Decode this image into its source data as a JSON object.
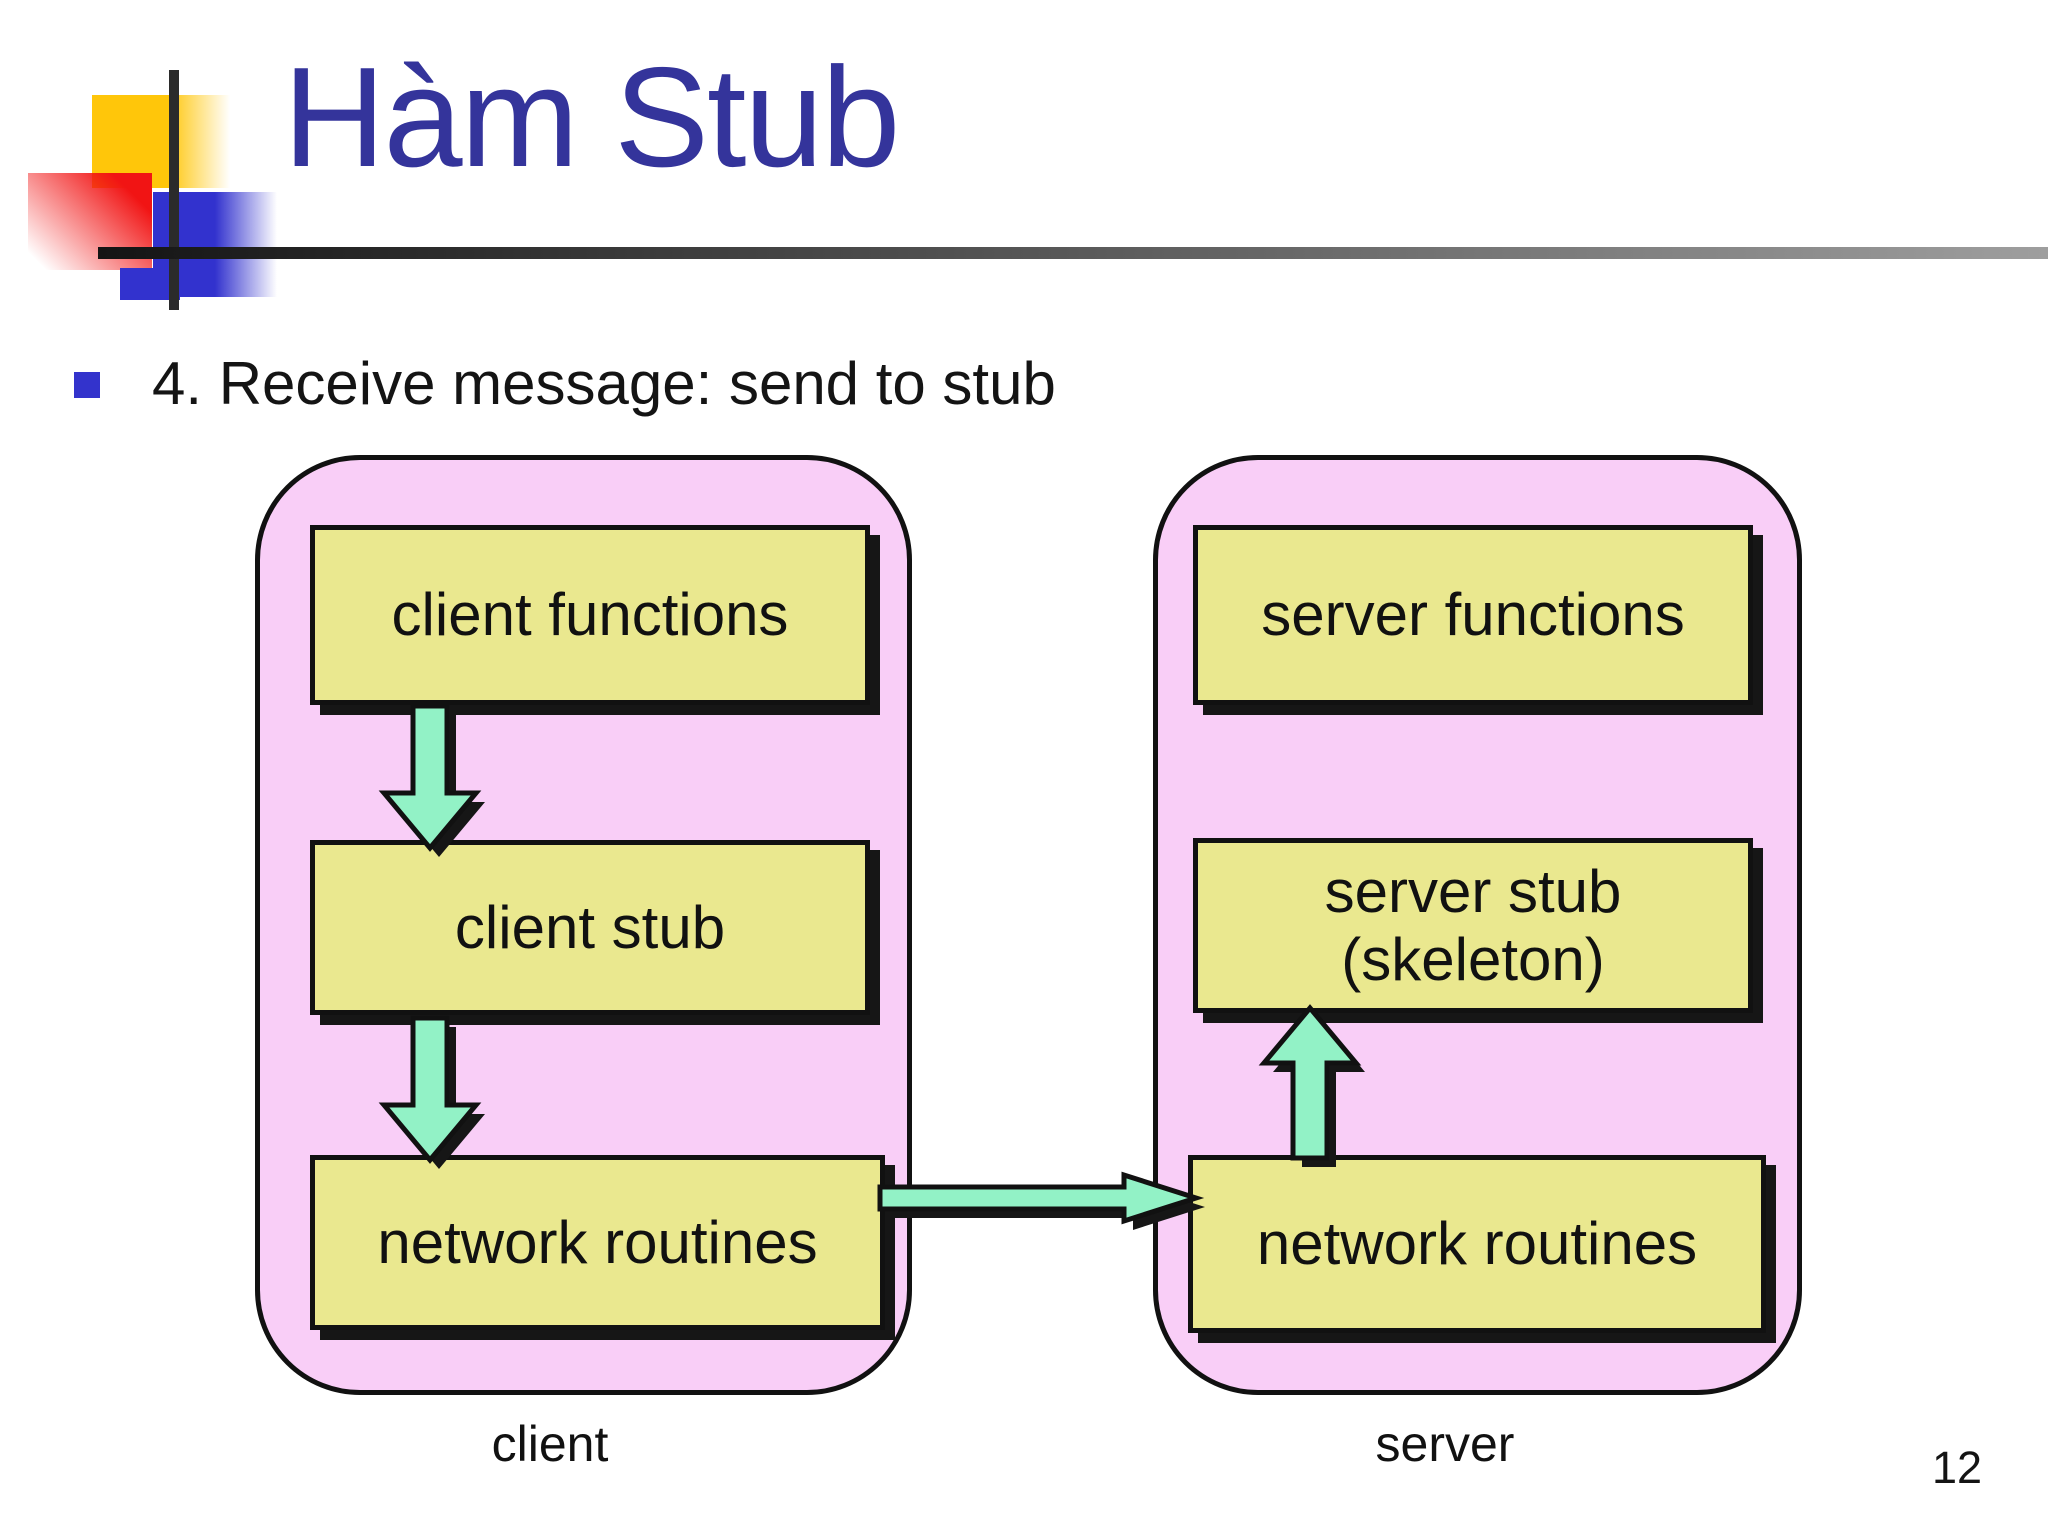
{
  "slide": {
    "title": "Hàm Stub",
    "bullet_text": "4. Receive message: send to stub",
    "page_number": "12"
  },
  "diagram": {
    "client": {
      "label": "client",
      "boxes": {
        "functions": "client functions",
        "stub": "client stub",
        "network": "network routines"
      }
    },
    "server": {
      "label": "server",
      "boxes": {
        "functions": "server functions",
        "stub_line1": "server stub",
        "stub_line2": "(skeleton)",
        "network": "network routines"
      }
    },
    "arrows": {
      "client_functions_to_client_stub": "down",
      "client_stub_to_network_routines": "down",
      "client_network_to_server_network": "right",
      "server_network_to_server_stub": "up"
    }
  },
  "colors": {
    "title_text": "#34349b",
    "bullet_marker": "#3333cc",
    "container_fill": "#f9cef7",
    "box_fill": "#eae88f",
    "arrow_fill": "#92f2c6",
    "logo_yellow": "#ffc60a",
    "logo_red": "#f11414",
    "logo_blue": "#3232ce"
  }
}
